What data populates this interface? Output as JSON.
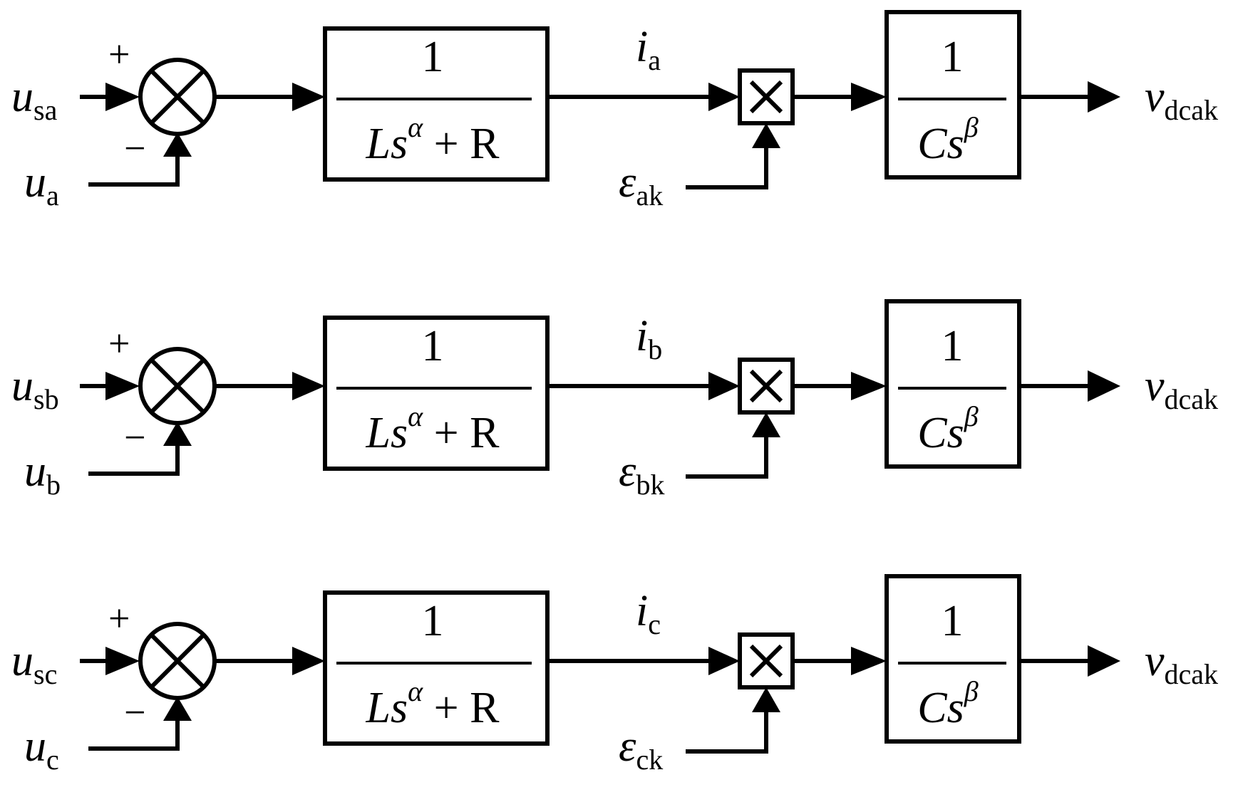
{
  "rows": [
    {
      "input": {
        "sym": "u",
        "sub": "sa"
      },
      "feedback": {
        "sym": "u",
        "sub": "a"
      },
      "plus": "+",
      "minus": "−",
      "tf1": {
        "num": "1",
        "den_a": "Ls",
        "den_sup": "α",
        "den_b": " + R"
      },
      "current": {
        "sym": "i",
        "sub": "a"
      },
      "switch": {
        "sym": "ε",
        "sub": "ak"
      },
      "tf2": {
        "num": "1",
        "den_a": "Cs",
        "den_sup": "β"
      },
      "output": {
        "sym": "v",
        "sub": "dcak"
      }
    },
    {
      "input": {
        "sym": "u",
        "sub": "sb"
      },
      "feedback": {
        "sym": "u",
        "sub": "b"
      },
      "plus": "+",
      "minus": "−",
      "tf1": {
        "num": "1",
        "den_a": "Ls",
        "den_sup": "α",
        "den_b": " + R"
      },
      "current": {
        "sym": "i",
        "sub": "b"
      },
      "switch": {
        "sym": "ε",
        "sub": "bk"
      },
      "tf2": {
        "num": "1",
        "den_a": "Cs",
        "den_sup": "β"
      },
      "output": {
        "sym": "v",
        "sub": "dcak"
      }
    },
    {
      "input": {
        "sym": "u",
        "sub": "sc"
      },
      "feedback": {
        "sym": "u",
        "sub": "c"
      },
      "plus": "+",
      "minus": "−",
      "tf1": {
        "num": "1",
        "den_a": "Ls",
        "den_sup": "α",
        "den_b": " + R"
      },
      "current": {
        "sym": "i",
        "sub": "c"
      },
      "switch": {
        "sym": "ε",
        "sub": "ck"
      },
      "tf2": {
        "num": "1",
        "den_a": "Cs",
        "den_sup": "β"
      },
      "output": {
        "sym": "v",
        "sub": "dcak"
      }
    }
  ]
}
